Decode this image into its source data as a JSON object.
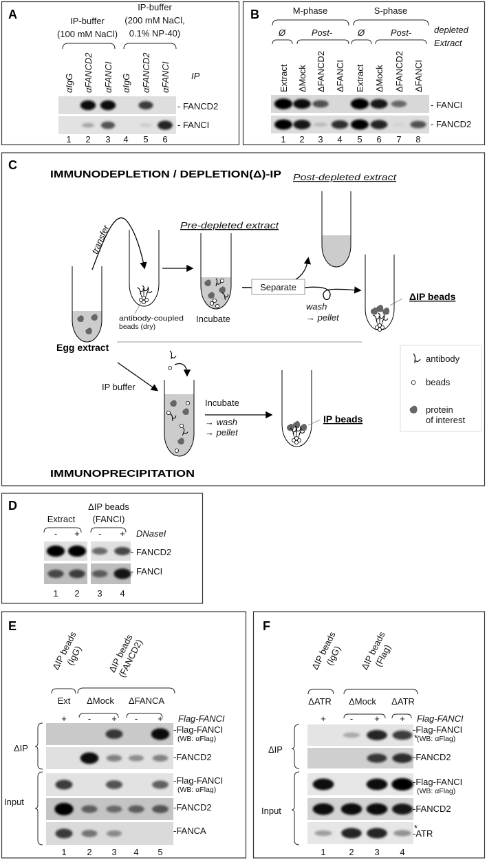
{
  "panels": {
    "A": {
      "letter": "A",
      "group1": [
        "IP-buffer",
        "(100 mM NaCl)"
      ],
      "group2": [
        "IP-buffer",
        "(200 mM NaCl,",
        "0.1% NP-40)"
      ],
      "lane_labels": [
        "αIgG",
        "αFANCD2",
        "αFANCI",
        "αIgG",
        "αFANCD2",
        "αFANCI"
      ],
      "row_header": "IP",
      "blots": [
        {
          "label": "- FANCD2",
          "bands": [
            0,
            0.9,
            0.9,
            0,
            0.7,
            0
          ]
        },
        {
          "label": "- FANCI",
          "bands": [
            0,
            0.25,
            0.6,
            0,
            0.1,
            0.8
          ]
        }
      ],
      "lane_numbers": [
        "1",
        "2",
        "3",
        "4",
        "5",
        "6"
      ]
    },
    "B": {
      "letter": "B",
      "phases": [
        "M-phase",
        "S-phase"
      ],
      "subgroups": [
        "Ø",
        "Post-",
        "Ø",
        "Post-"
      ],
      "row_header": [
        "depleted",
        "Extract"
      ],
      "lane_labels": [
        "Extract",
        "ΔMock",
        "ΔFANCD2",
        "ΔFANCI",
        "Extract",
        "ΔMock",
        "ΔFANCD2",
        "ΔFANCI"
      ],
      "blots": [
        {
          "label": "- FANCI",
          "bands": [
            1,
            0.9,
            0.6,
            0,
            1,
            0.85,
            0.5,
            0
          ]
        },
        {
          "label": "- FANCD2",
          "bands": [
            0.95,
            0.85,
            0.15,
            0.75,
            0.95,
            0.8,
            0.05,
            0.6
          ]
        }
      ],
      "lane_numbers": [
        "1",
        "2",
        "3",
        "4",
        "5",
        "6",
        "7",
        "8"
      ]
    },
    "C": {
      "letter": "C",
      "title_top": "IMMUNODEPLETION / DEPLETION(Δ)-IP",
      "title_bottom": "IMMUNOPRECIPITATION",
      "post_depleted": "Post-depleted extract",
      "pre_depleted": "Pre-depleted extract",
      "transfer": "transfer",
      "beads_dry": [
        "antibody-coupled",
        "beads (dry)"
      ],
      "incubate": "Incubate",
      "egg_extract": "Egg extract",
      "separate": "Separate",
      "wash": "wash",
      "pellet": "→ pellet",
      "dip_beads": "ΔIP beads",
      "ip_buffer": "IP buffer",
      "incubate2": "Incubate",
      "wash2": "→ wash",
      "pellet2": "→ pellet",
      "ip_beads": "IP beads",
      "legend": {
        "antibody": "antibody",
        "beads": "beads",
        "protein": [
          "protein",
          "of interest"
        ]
      },
      "colors": {
        "extract": "#cccccc",
        "protein": "#666666"
      }
    },
    "D": {
      "letter": "D",
      "groups": [
        "Extract",
        "ΔIP beads",
        "(FANCI)"
      ],
      "treatment": [
        "-",
        "+",
        "-",
        "+"
      ],
      "row_header": "DNaseI",
      "blots": [
        {
          "label": "- FANCD2",
          "bands": [
            1,
            1,
            0.5,
            0.65
          ]
        },
        {
          "label": "- FANCI",
          "bands": [
            0.6,
            0.65,
            0.5,
            0.85
          ]
        }
      ],
      "lane_numbers": [
        "1",
        "2",
        "3",
        "4"
      ]
    },
    "E": {
      "letter": "E",
      "bead_labels": [
        [
          "ΔIP beads",
          "(IgG)"
        ],
        [
          "ΔIP beads",
          "(FANCD2)"
        ]
      ],
      "groups": [
        "Ext",
        "ΔMock",
        "ΔFANCA"
      ],
      "treatment": [
        "+",
        "-",
        "+",
        "-",
        "+"
      ],
      "row_header": "Flag-FANCI",
      "sections": [
        "ΔIP",
        "Input"
      ],
      "blots": [
        {
          "label": "-Flag-FANCI",
          "sub": "(WB: αFlag)",
          "bands": [
            0,
            0,
            0.7,
            0,
            0.9
          ]
        },
        {
          "label": "-FANCD2",
          "bands": [
            0,
            0.9,
            0.4,
            0.35,
            0.4
          ]
        },
        {
          "label": "-Flag-FANCI",
          "sub": "(WB: αFlag)",
          "bands": [
            0.7,
            0,
            0.6,
            0,
            0.55
          ]
        },
        {
          "label": "-FANCD2",
          "bands": [
            1,
            0.5,
            0.45,
            0.5,
            0.55
          ]
        },
        {
          "label": "-FANCA",
          "bands": [
            0.7,
            0.45,
            0.35,
            0,
            0
          ]
        }
      ],
      "lane_numbers": [
        "1",
        "2",
        "3",
        "4",
        "5"
      ]
    },
    "F": {
      "letter": "F",
      "bead_labels": [
        [
          "ΔIP beads",
          "(IgG)"
        ],
        [
          "ΔIP beads",
          "(Flag)"
        ]
      ],
      "groups": [
        "ΔATR",
        "ΔMock",
        "ΔATR"
      ],
      "treatment": [
        "+",
        "-",
        "+",
        "+"
      ],
      "row_header": "Flag-FANCI",
      "sections": [
        "ΔIP",
        "Input"
      ],
      "star": "*",
      "blots": [
        {
          "label": "-Flag-FANCI",
          "sub": "(WB: αFlag)",
          "bands": [
            0,
            0.25,
            0.8,
            0.7
          ]
        },
        {
          "label": "-FANCD2",
          "bands": [
            0,
            0,
            0.7,
            0.75
          ]
        },
        {
          "label": "-Flag-FANCI",
          "sub": "(WB: αFlag)",
          "bands": [
            0.9,
            0,
            0.9,
            1
          ]
        },
        {
          "label": "-FANCD2",
          "bands": [
            0.9,
            0.9,
            0.9,
            0.85
          ]
        },
        {
          "label": "-ATR",
          "bands": [
            0.3,
            0.8,
            0.8,
            0.35
          ]
        }
      ],
      "lane_numbers": [
        "1",
        "2",
        "3",
        "4"
      ]
    }
  }
}
